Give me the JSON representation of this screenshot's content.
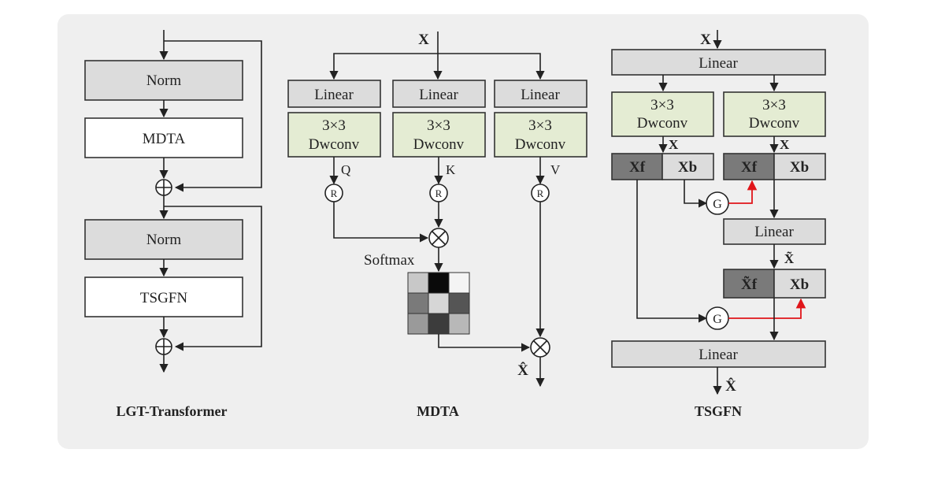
{
  "lgt": {
    "norm1": "Norm",
    "mdta": "MDTA",
    "norm2": "Norm",
    "tsgfn": "TSGFN",
    "caption": "LGT-Transformer"
  },
  "mdta": {
    "input": "X",
    "linear_q": "Linear",
    "linear_k": "Linear",
    "linear_v": "Linear",
    "dw_line1": "3×3",
    "dw_line2": "Dwconv",
    "q": "Q",
    "k": "K",
    "v": "V",
    "reshape": "R",
    "softmax": "Softmax",
    "output": "X̂",
    "caption": "MDTA"
  },
  "tsgfn": {
    "input": "X",
    "linear_top": "Linear",
    "dw_line1": "3×3",
    "dw_line2": "Dwconv",
    "x_label": "X",
    "xf": "Xf",
    "xb": "Xb",
    "gate": "G",
    "linear_mid": "Linear",
    "x_tilde": "X̃",
    "xf_tilde": "X̃f",
    "xb2": "Xb",
    "linear_bottom": "Linear",
    "output": "X̂",
    "caption": "TSGFN"
  },
  "colors": {
    "panel": "#efefef",
    "norm_fill": "#dcdcdc",
    "dwconv_fill": "#e4ecd3",
    "xf_fill": "#7a7a7a",
    "gate_arrow": "#e0151a"
  }
}
